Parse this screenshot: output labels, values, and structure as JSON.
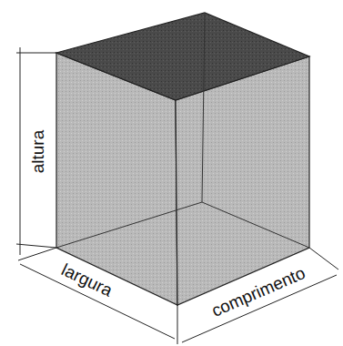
{
  "diagram": {
    "labels": [
      "altura",
      "largura",
      "comprimento"
    ]
  }
}
